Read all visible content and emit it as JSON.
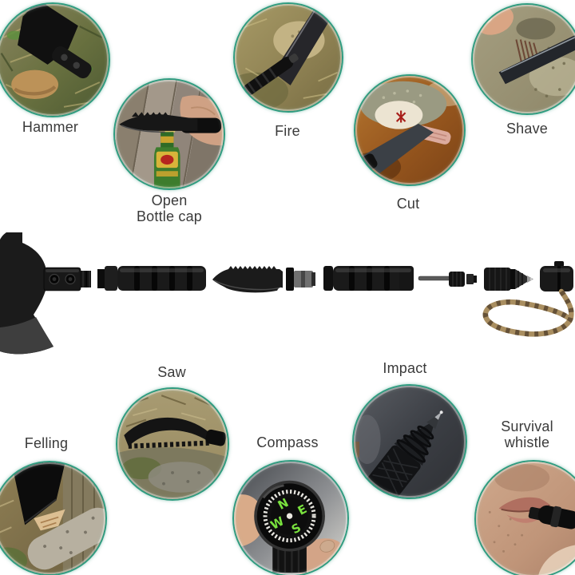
{
  "labels": {
    "hammer": "Hammer",
    "open_line1": "Open",
    "open_line2": "Bottle cap",
    "fire": "Fire",
    "cut": "Cut",
    "shave": "Shave",
    "saw": "Saw",
    "impact": "Impact",
    "felling": "Felling",
    "compass": "Compass",
    "whistle_line1": "Survival",
    "whistle_line2": "whistle"
  },
  "compass_dial": {
    "n": "N",
    "e": "E",
    "s": "S",
    "w": "W"
  },
  "colors": {
    "ring": "#2f9c80",
    "label_text": "#3a3a3a",
    "tool_black": "#1a1a1a",
    "compass_green": "#79e23e"
  }
}
